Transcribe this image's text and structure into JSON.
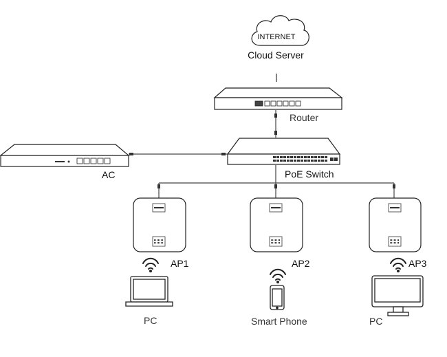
{
  "cloud": {
    "text": "INTERNET",
    "label": "Cloud Server"
  },
  "router": {
    "label": "Router"
  },
  "switch": {
    "label": "PoE Switch"
  },
  "controller": {
    "label": "AC"
  },
  "access_points": [
    {
      "label": "AP1"
    },
    {
      "label": "AP2"
    },
    {
      "label": "AP3"
    }
  ],
  "clients": [
    {
      "label": "PC",
      "icon": "laptop-icon"
    },
    {
      "label": "Smart Phone",
      "icon": "smartphone-icon"
    },
    {
      "label": "PC",
      "icon": "desktop-monitor-icon"
    }
  ],
  "colors": {
    "stroke": "#222222",
    "line": "#555555"
  }
}
